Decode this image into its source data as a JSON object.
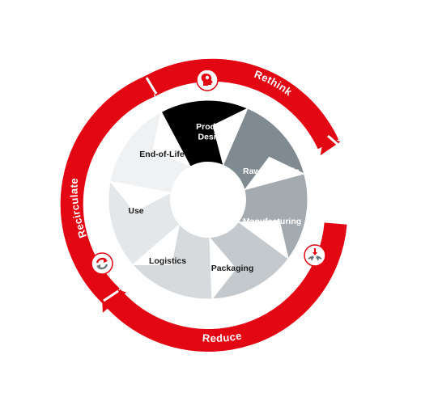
{
  "diagram": {
    "ring_color": "#e30613",
    "segments": [
      {
        "id": "product-design",
        "lines": [
          "Product",
          "Design"
        ],
        "fill": "#000000",
        "text_color": "#ffffff"
      },
      {
        "id": "raw-materials",
        "lines": [
          "Raw Materials"
        ],
        "fill": "#7f8a91",
        "text_color": "#ffffff"
      },
      {
        "id": "manufacturing",
        "lines": [
          "Manufacturing"
        ],
        "fill": "#a3abb1",
        "text_color": "#ffffff"
      },
      {
        "id": "packaging",
        "lines": [
          "Packaging"
        ],
        "fill": "#c4c9cd",
        "text_color": "#1a1a1a"
      },
      {
        "id": "logistics",
        "lines": [
          "Logistics"
        ],
        "fill": "#d6dadd",
        "text_color": "#1a1a1a"
      },
      {
        "id": "use",
        "lines": [
          "Use"
        ],
        "fill": "#e4e7e9",
        "text_color": "#1a1a1a"
      },
      {
        "id": "end-of-life",
        "lines": [
          "End-of-Life"
        ],
        "fill": "#eff1f2",
        "text_color": "#1a1a1a"
      }
    ],
    "arcs": [
      {
        "id": "rethink",
        "label": "Rethink",
        "icon": "idea-head-icon"
      },
      {
        "id": "reduce",
        "label": "Reduce",
        "icon": "compress-arrows-icon"
      },
      {
        "id": "recirculate",
        "label": "Recirculate",
        "icon": "recycle-arrows-icon"
      }
    ]
  }
}
